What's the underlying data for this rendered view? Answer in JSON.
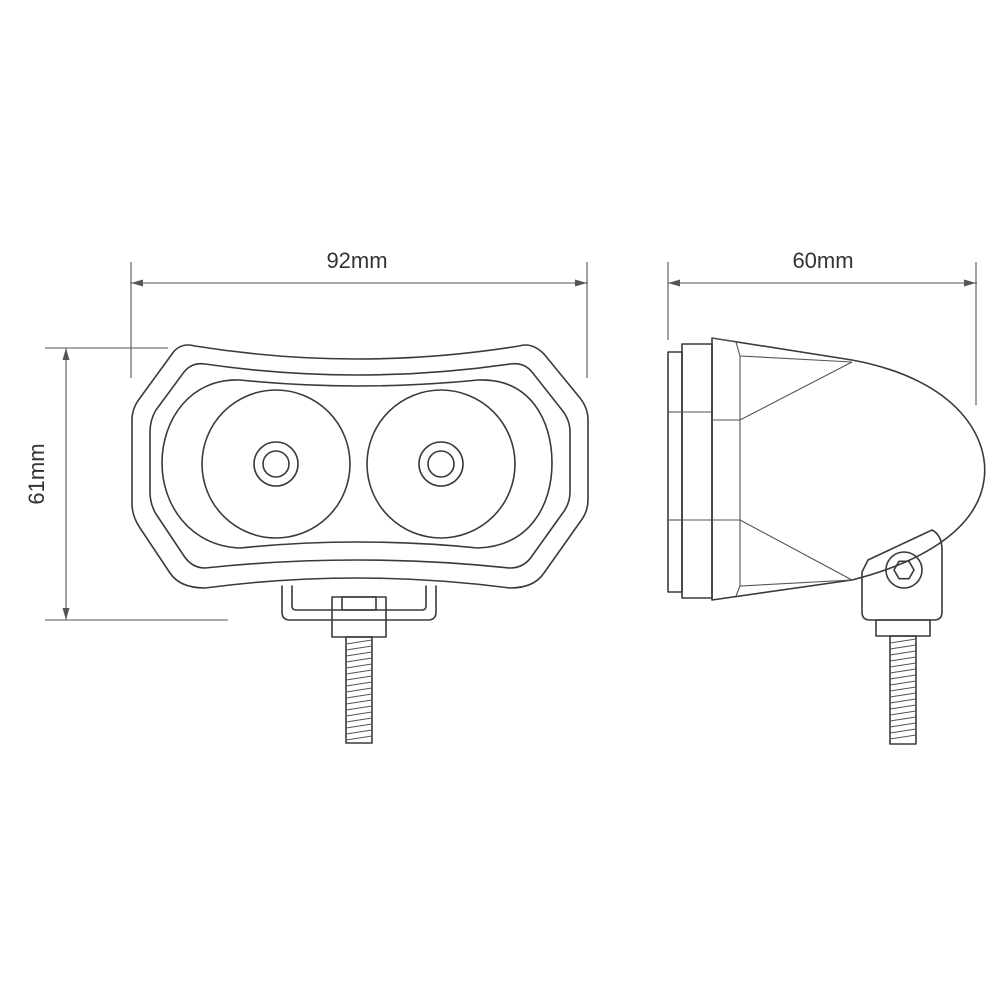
{
  "dimensions": {
    "front_width": "92mm",
    "side_depth": "60mm",
    "front_height": "61mm"
  },
  "colors": {
    "line": "#3a3a3a",
    "background": "#ffffff"
  }
}
